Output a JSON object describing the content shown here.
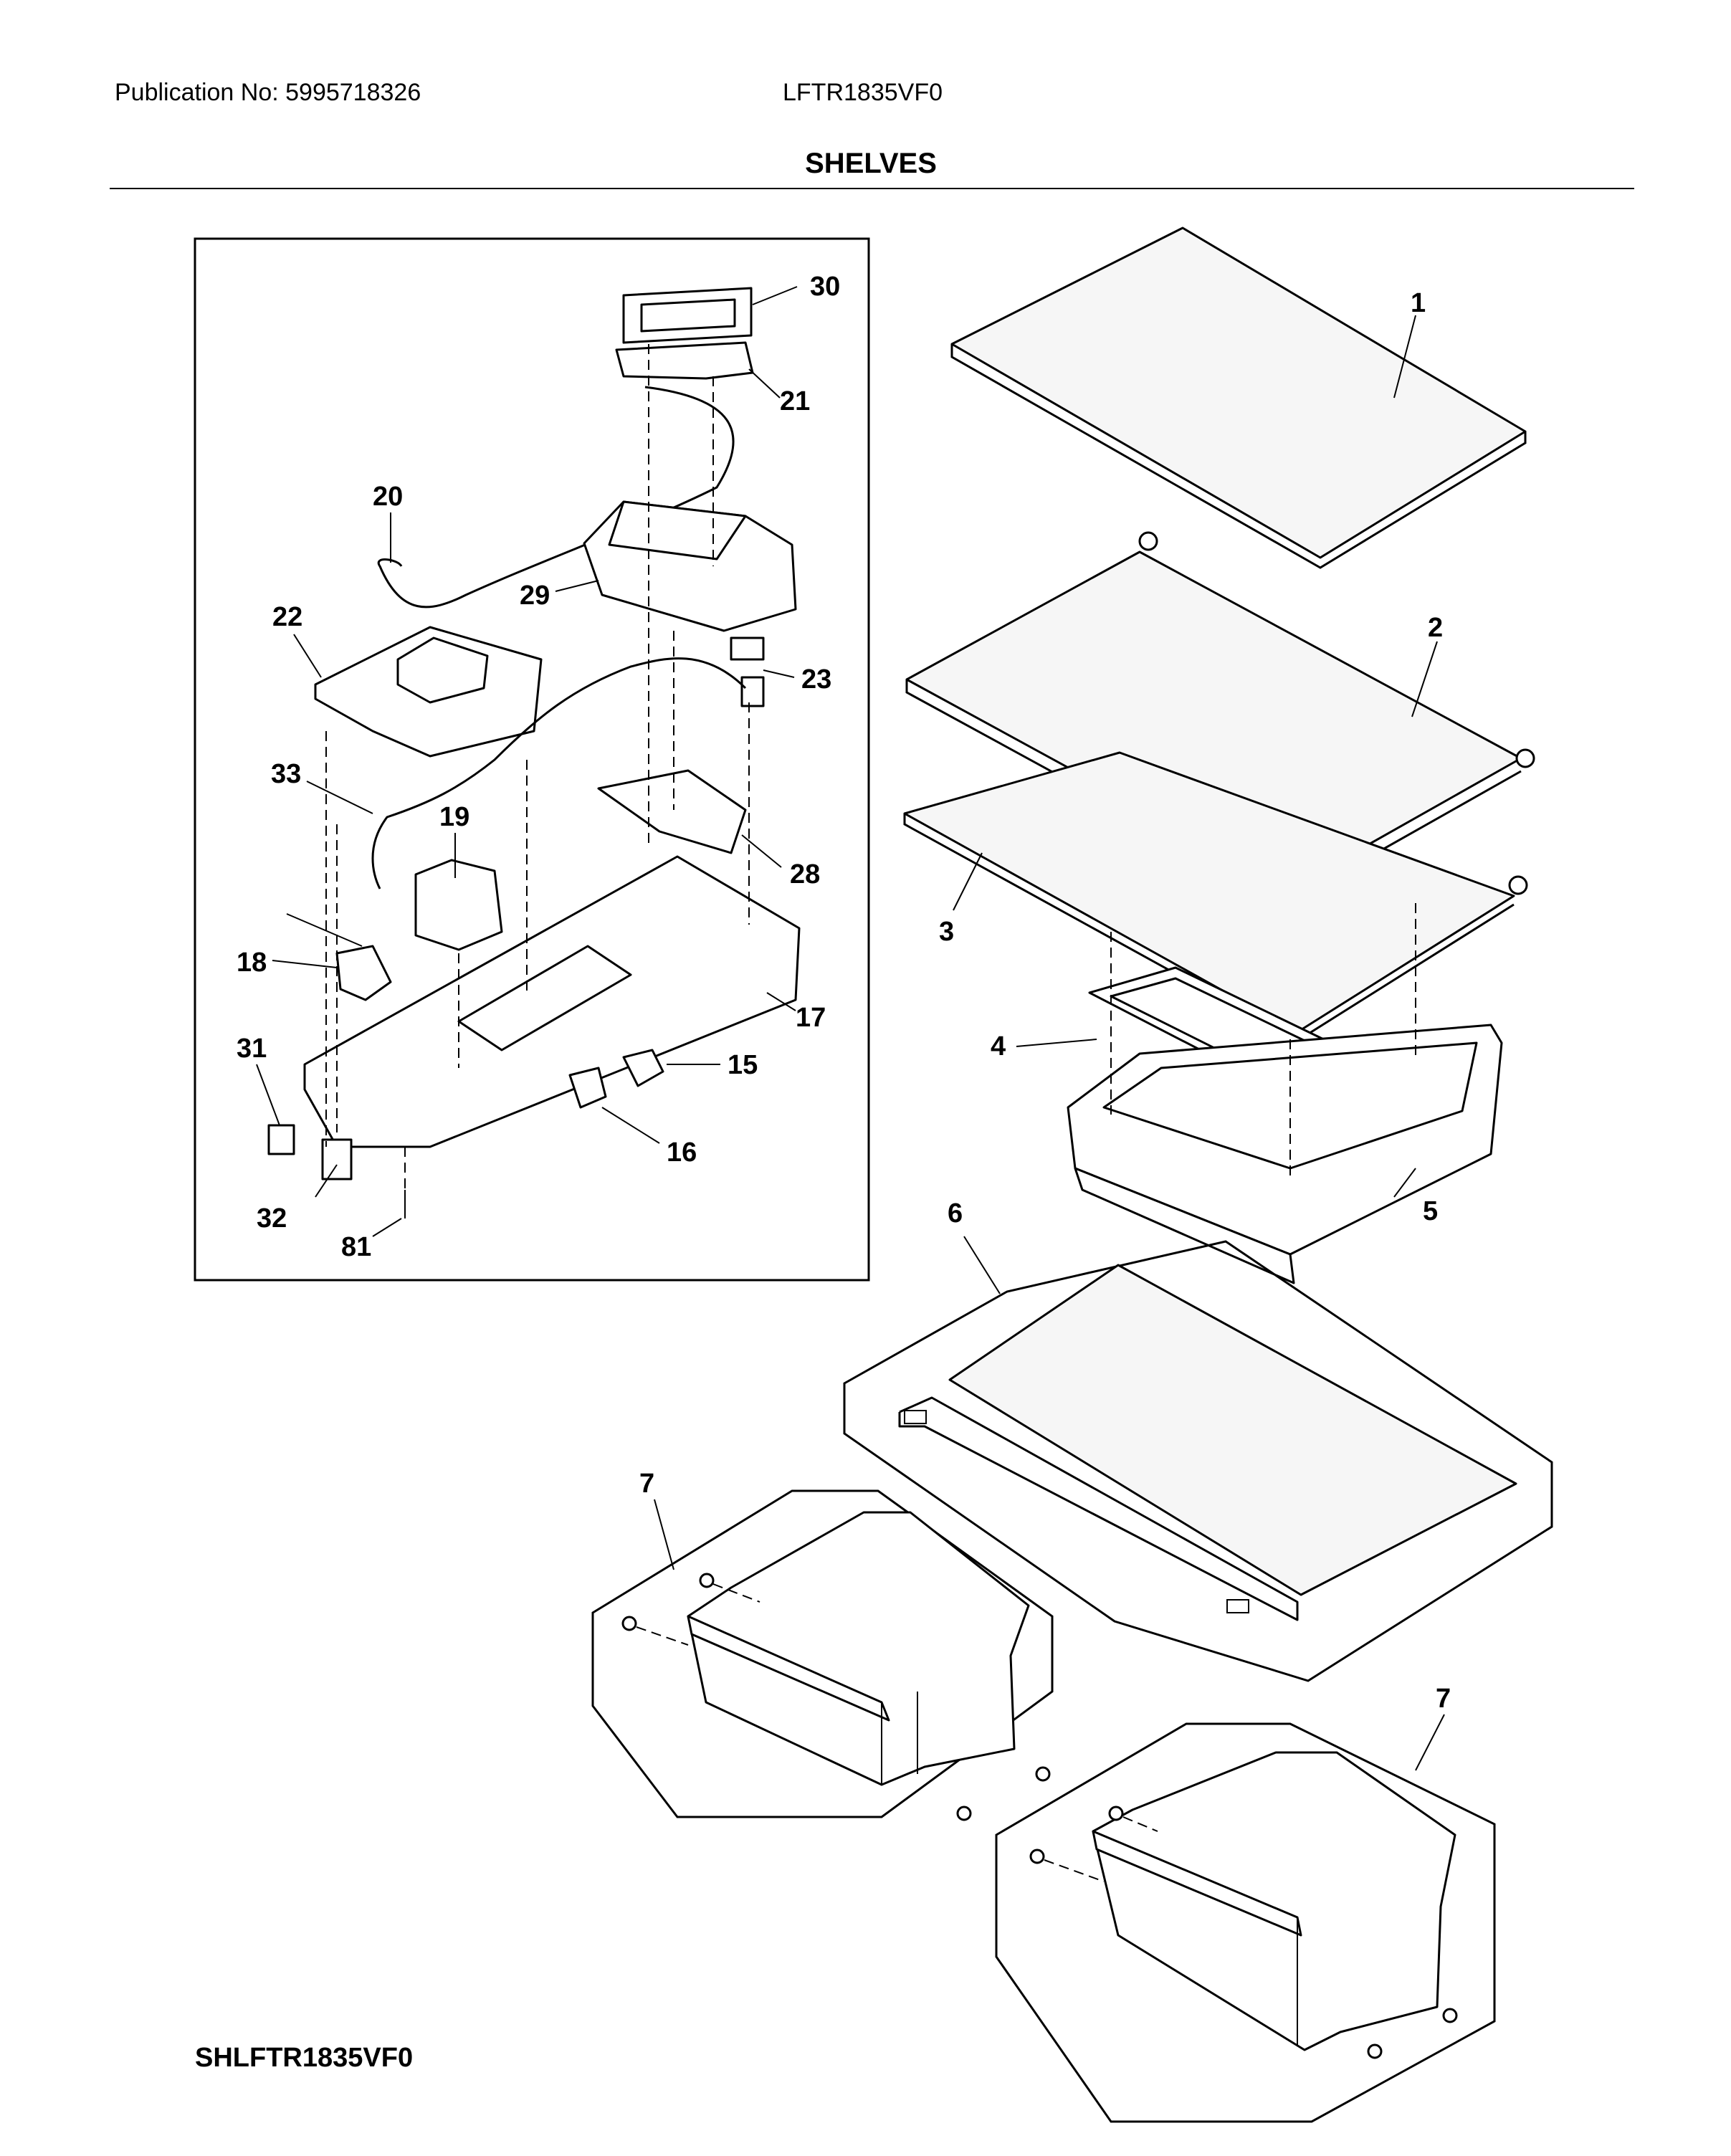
{
  "header": {
    "publication": "Publication No: 5995718326",
    "model": "LFTR1835VF0",
    "section_title": "SHELVES"
  },
  "footer": {
    "diagram_code": "SHLFTR1835VF0"
  },
  "callouts": {
    "c1": "1",
    "c2": "2",
    "c3": "3",
    "c4": "4",
    "c5": "5",
    "c6": "6",
    "c7a": "7",
    "c7b": "7",
    "c15": "15",
    "c16": "16",
    "c17": "17",
    "c18": "18",
    "c19": "19",
    "c20": "20",
    "c21": "21",
    "c22": "22",
    "c23": "23",
    "c28": "28",
    "c29": "29",
    "c30": "30",
    "c31": "31",
    "c32": "32",
    "c33": "33",
    "c81": "81"
  }
}
